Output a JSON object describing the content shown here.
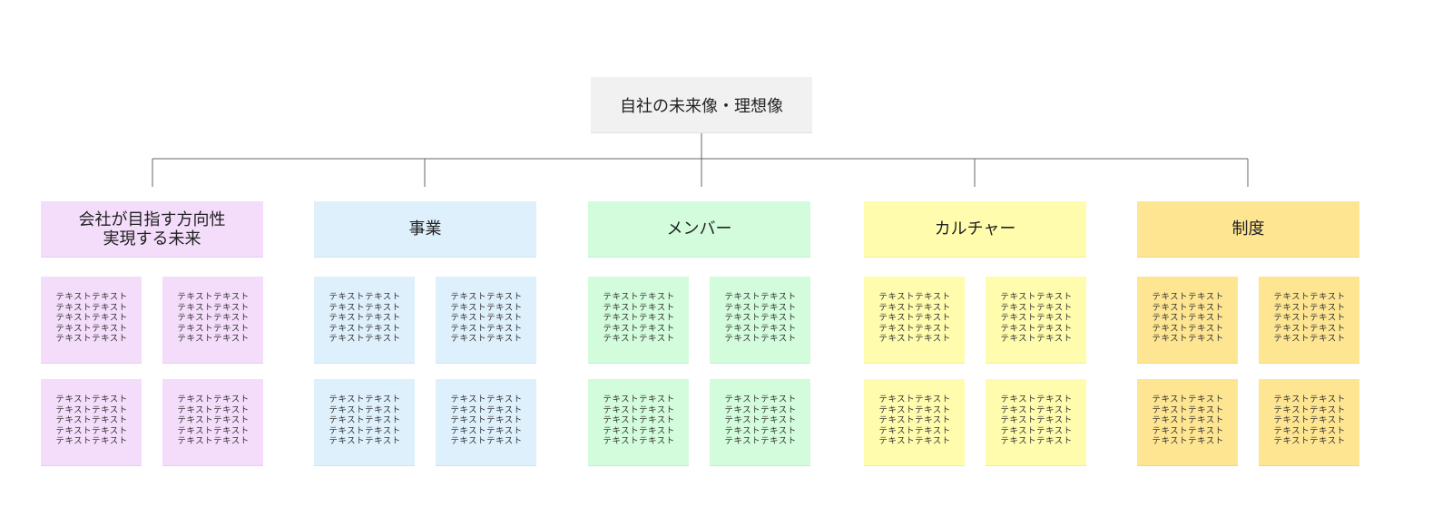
{
  "root": {
    "label": "自社の未来像・理想像",
    "color": "#f1f1f1"
  },
  "note_text": "テキストテキスト",
  "categories": [
    {
      "label": "会社が目指す方向性\n実現する未来",
      "color": "#f4dcfb"
    },
    {
      "label": "事業",
      "color": "#dff0fd"
    },
    {
      "label": "メンバー",
      "color": "#d2fcdb"
    },
    {
      "label": "カルチャー",
      "color": "#fffcad"
    },
    {
      "label": "制度",
      "color": "#fee591"
    }
  ],
  "connector_color": "#666666"
}
